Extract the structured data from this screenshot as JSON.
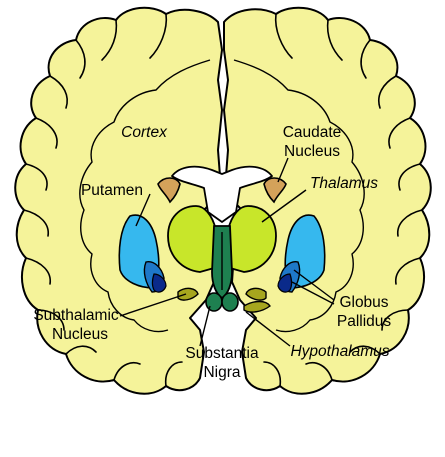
{
  "diagram": {
    "labels": {
      "cortex": "Cortex",
      "caudate_line1": "Caudate",
      "caudate_line2": "Nucleus",
      "thalamus": "Thalamus",
      "putamen": "Putamen",
      "globus_line1": "Globus",
      "globus_line2": "Pallidus",
      "subthalamic_line1": "Subthalamic",
      "subthalamic_line2": "Nucleus",
      "substantia_line1": "Substantia",
      "substantia_line2": "Nigra",
      "hypothalamus": "Hypothalamus"
    },
    "colors": {
      "cortex": "#f5f39a",
      "caudate": "#d4a25a",
      "thalamus": "#c8e62a",
      "putamen": "#36b8ee",
      "globus_outer": "#1e78c8",
      "globus_inner": "#0a2a8a",
      "substantia": "#1e8050",
      "subthalamic": "#a6a61e",
      "ventricle": "#ffffff"
    }
  }
}
